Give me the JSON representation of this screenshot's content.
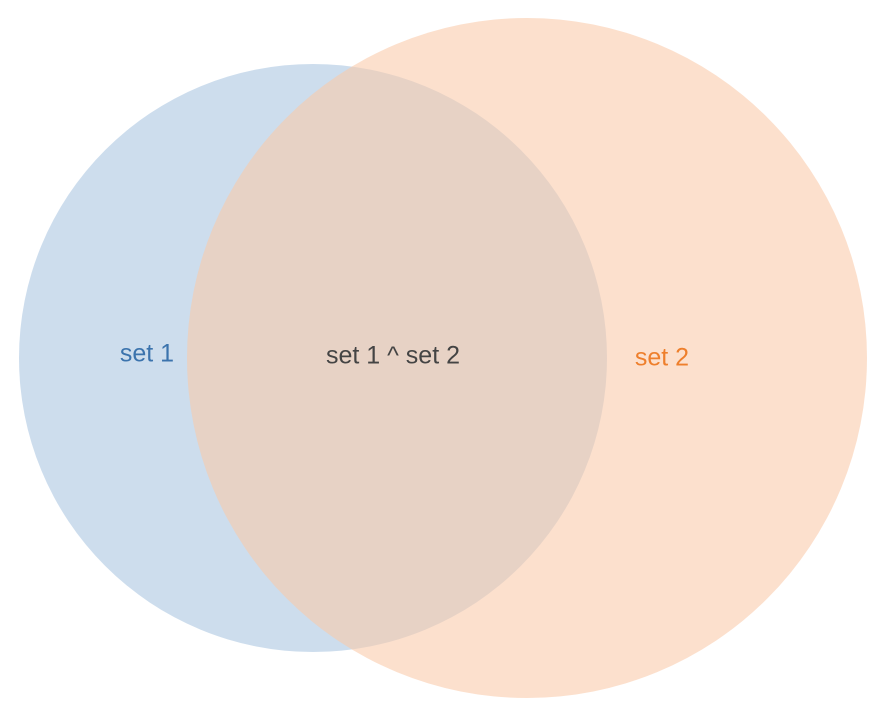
{
  "diagram": {
    "type": "venn",
    "sets": [
      {
        "id": "set-1",
        "label": "set 1",
        "fill_color": "#a8c4e0",
        "label_color": "#3b73ad"
      },
      {
        "id": "set-2",
        "label": "set 2",
        "fill_color": "#f9c9a8",
        "label_color": "#ee7f2c"
      }
    ],
    "intersection": {
      "label": "set 1 ^ set 2",
      "label_color": "#444444"
    }
  }
}
